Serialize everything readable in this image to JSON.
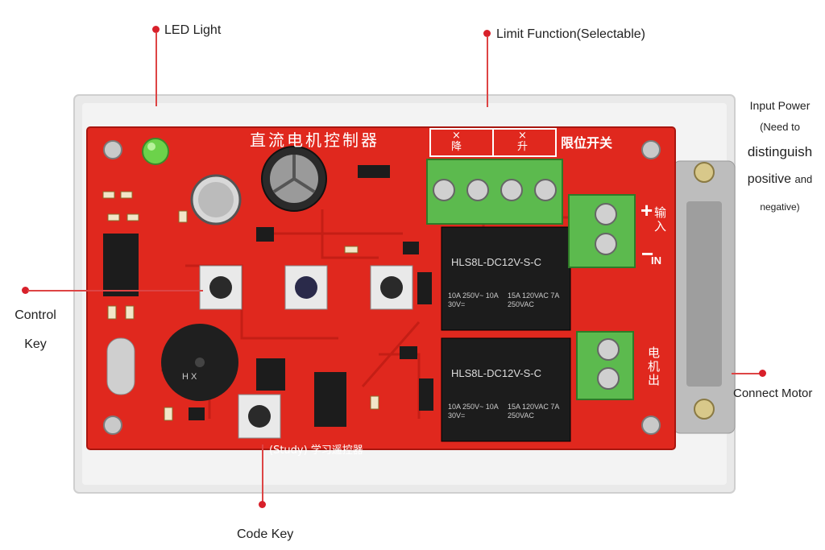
{
  "callouts": {
    "led_light": "LED Light",
    "limit_function": "Limit Function(Selectable)",
    "input_power_line1": "Input Power",
    "input_power_line2": "(Need to",
    "input_power_line3": "distinguish",
    "input_power_line4_a": "positive",
    "input_power_line4_b": "and",
    "input_power_line5": "negative)",
    "control_key_line1": "Control",
    "control_key_line2": "Key",
    "connect_motor": "Connect Motor",
    "code_key": "Code Key"
  },
  "board_silkscreen": {
    "title": "直流电机控制器",
    "limit_switch": "限位开关",
    "down_label": "降",
    "up_label": "升",
    "x_mark": "×",
    "input_label": "输入",
    "in_text": "IN",
    "plus": "+",
    "minus": "−",
    "motor_out": "电机出",
    "study_label": "(Study) 学习遥控器",
    "buzzer_mark": "H X"
  },
  "relays": [
    {
      "model": "HLS8L-DC12V-S-C",
      "rating_left": "10A 250V~  10A 30V=",
      "rating_right": "15A 120VAC  7A 250VAC"
    },
    {
      "model": "HLS8L-DC12V-S-C",
      "rating_left": "10A 250V~  10A 30V=",
      "rating_right": "15A 120VAC  7A 250VAC"
    }
  ],
  "colors": {
    "pcb": "#e0281e",
    "pcb_dark": "#c21d15",
    "terminal_green": "#5cba4e",
    "relay_black": "#1c1c1c",
    "enclosure": "#e8e8e8",
    "callout_dot": "#d8202a",
    "led": "#6cd24a"
  }
}
